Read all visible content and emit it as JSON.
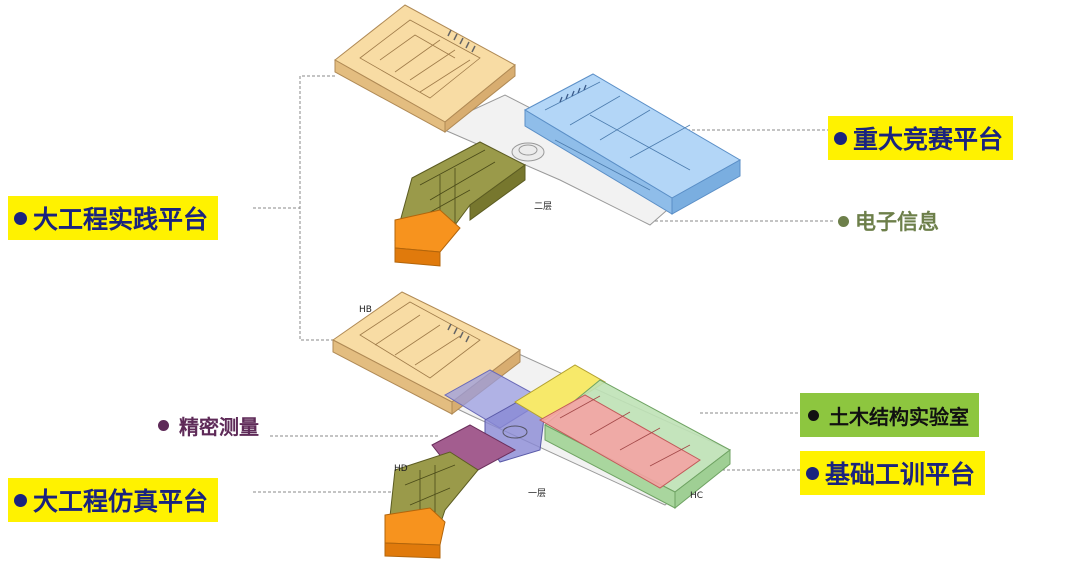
{
  "labels": {
    "major_competition": "重大竞赛平台",
    "electronic_info": "电子信息",
    "big_engineering_practice": "大工程实践平台",
    "precision_measurement": "精密测量",
    "civil_structure_lab": "土木结构实验室",
    "basic_training": "基础工训平台",
    "big_engineering_simulation": "大工程仿真平台"
  },
  "floor_labels": {
    "second_floor": "二层",
    "first_floor": "一层"
  },
  "building_codes": {
    "hb": "HB",
    "hd": "HD",
    "hc": "HC"
  },
  "colors": {
    "highlight_yellow": "#fff200",
    "highlight_green": "#8dc63f",
    "label_navy": "#1a237e",
    "building_tan": "#f5d79a",
    "building_blue": "#a9d0f5",
    "building_olive": "#8a8a3c",
    "building_orange": "#f7941d",
    "zone_green": "#b9dfb0",
    "zone_pink": "#f4a6a6",
    "zone_purple": "#a35d8f",
    "zone_lavender": "#8e8ed8",
    "zone_yellow": "#f7e96a"
  }
}
